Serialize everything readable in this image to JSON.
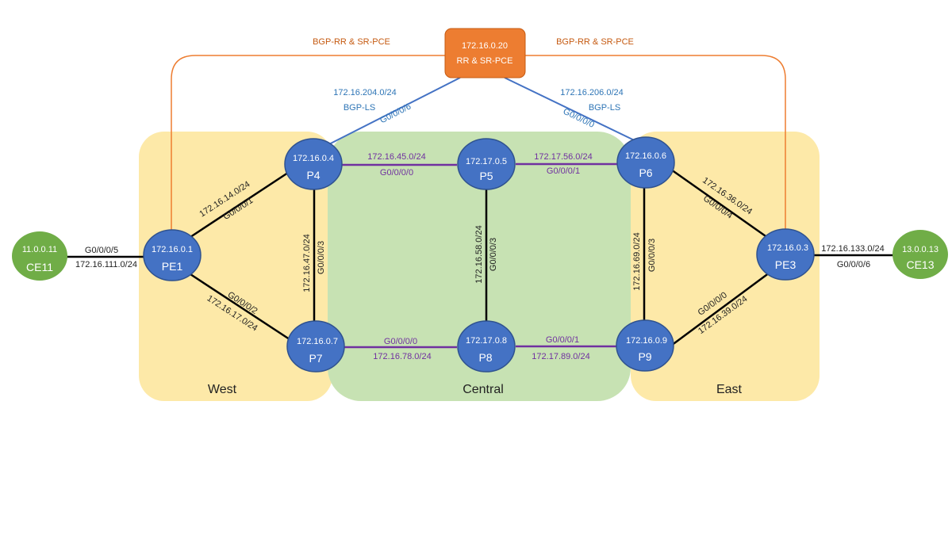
{
  "colors": {
    "zone_edge": "#fde9a8",
    "zone_central": "#c7e2b3",
    "router": "#4472c4",
    "router_stroke": "#2f528f",
    "ce": "#70ad47",
    "rr": "#ed7d31",
    "link": "#000000",
    "core_link": "#7030a0",
    "bgp_ls": "#4472c4",
    "bgp_rr": "#ed7d31",
    "label_dark": "#222222",
    "label_purple": "#7030a0",
    "label_blue": "#2e75b6",
    "label_orange": "#c55a11"
  },
  "zones": {
    "west": "West",
    "central": "Central",
    "east": "East"
  },
  "rr": {
    "ip": "172.16.0.20",
    "name": "RR & SR-PCE"
  },
  "nodes": {
    "ce11": {
      "ip": "11.0.0.11",
      "name": "CE11"
    },
    "ce13": {
      "ip": "13.0.0.13",
      "name": "CE13"
    },
    "pe1": {
      "ip": "172.16.0.1",
      "name": "PE1"
    },
    "pe3": {
      "ip": "172.16.0.3",
      "name": "PE3"
    },
    "p4": {
      "ip": "172.16.0.4",
      "name": "P4"
    },
    "p5": {
      "ip": "172.17.0.5",
      "name": "P5"
    },
    "p6": {
      "ip": "172.16.0.6",
      "name": "P6"
    },
    "p7": {
      "ip": "172.16.0.7",
      "name": "P7"
    },
    "p8": {
      "ip": "172.17.0.8",
      "name": "P8"
    },
    "p9": {
      "ip": "172.16.0.9",
      "name": "P9"
    }
  },
  "labels": {
    "bgp_rr_left": "BGP-RR & SR-PCE",
    "bgp_rr_right": "BGP-RR & SR-PCE",
    "ls_left_subnet": "172.16.204.0/24",
    "ls_left_proto": "BGP-LS",
    "ls_left_if": "G0/0/0/6",
    "ls_right_subnet": "172.16.206.0/24",
    "ls_right_proto": "BGP-LS",
    "ls_right_if": "G0/0/0/0",
    "ce11_if": "G0/0/0/5",
    "ce11_subnet": "172.16.111.0/24",
    "pe1_p4_subnet": "172.16.14.0/24",
    "pe1_p4_if": "G0/0/0/1",
    "pe1_p7_if": "G0/0/0/2",
    "pe1_p7_subnet": "172.16.17.0/24",
    "p4_p7_subnet": "172.16.47.0/24",
    "p4_p7_if": "G0/0/0/3",
    "p4_p5_subnet": "172.16.45.0/24",
    "p4_p5_if": "G0/0/0/0",
    "p5_p6_subnet": "172.17.56.0/24",
    "p5_p6_if": "G0/0/0/1",
    "p5_p8_subnet": "172.16.58.0/24",
    "p5_p8_if": "G0/0/0/3",
    "p7_p8_if": "G0/0/0/0",
    "p7_p8_subnet": "172.16.78.0/24",
    "p8_p9_if": "G0/0/0/1",
    "p8_p9_subnet": "172.17.89.0/24",
    "p6_p9_subnet": "172.16.69.0/24",
    "p6_p9_if": "G0/0/0/3",
    "p6_pe3_subnet": "172.16.36.0/24",
    "p6_pe3_if": "G0/0/0/4",
    "p9_pe3_if": "G0/0/0/0",
    "p9_pe3_subnet": "172.16.39.0/24",
    "pe3_ce13_subnet": "172.16.133.0/24",
    "pe3_ce13_if": "G0/0/0/6"
  }
}
